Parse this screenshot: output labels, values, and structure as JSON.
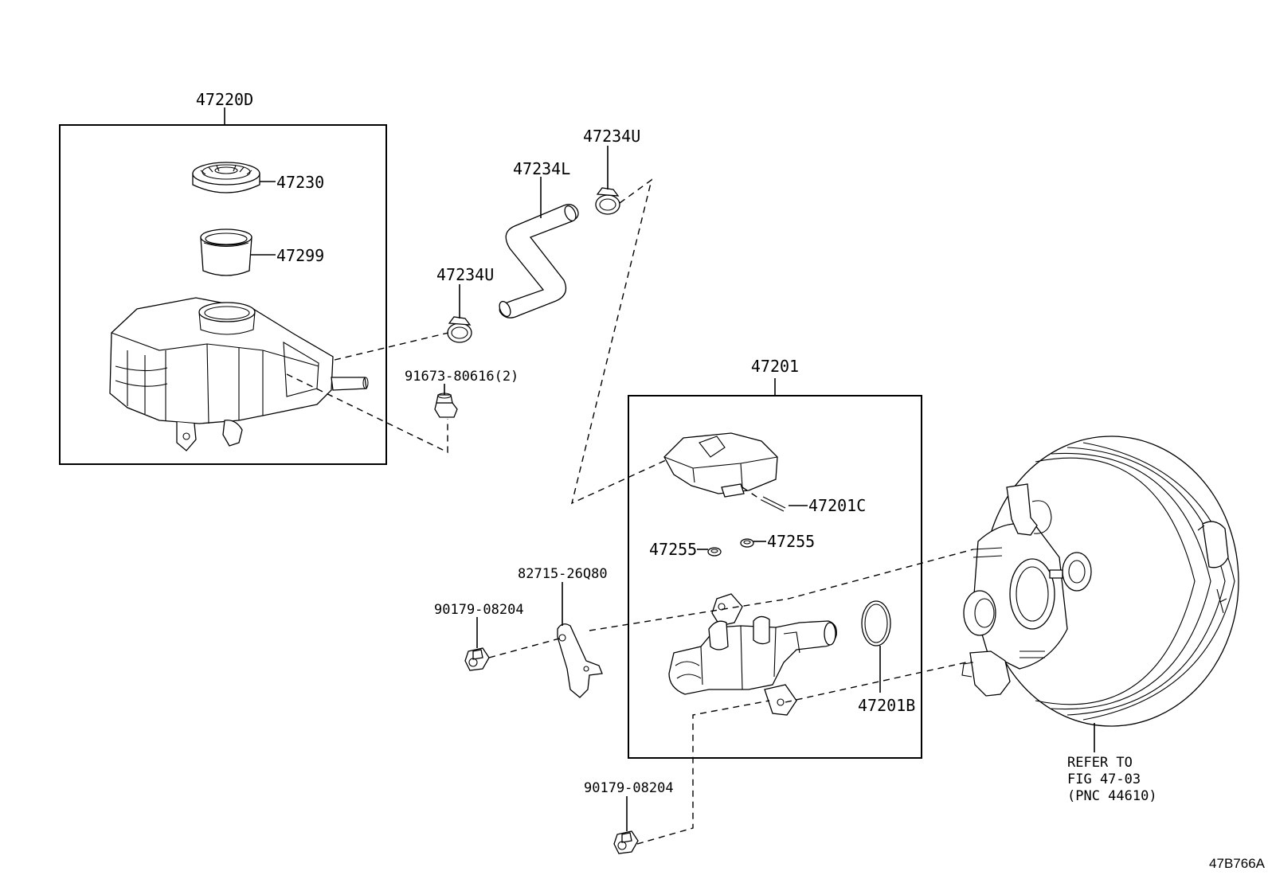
{
  "labels": {
    "reservoir_assy": "47220D",
    "reservoir_cap": "47230",
    "reservoir_strainer": "47299",
    "hose": "47234L",
    "clamp_upper": "47234U",
    "clamp_lower": "47234U",
    "nut_reservoir": "91673-80616(2)",
    "master_cyl_assy": "47201",
    "reservoir_sub": "47201C",
    "grommet_left": "47255",
    "grommet_right": "47255",
    "bracket": "82715-26Q80",
    "nut_bracket": "90179-08204",
    "o_ring": "47201B",
    "nut_bottom": "90179-08204",
    "booster_note_1": "REFER TO",
    "booster_note_2": "FIG 47-03",
    "booster_note_3": "(PNC 44610)"
  },
  "figure_id": "47B766A"
}
